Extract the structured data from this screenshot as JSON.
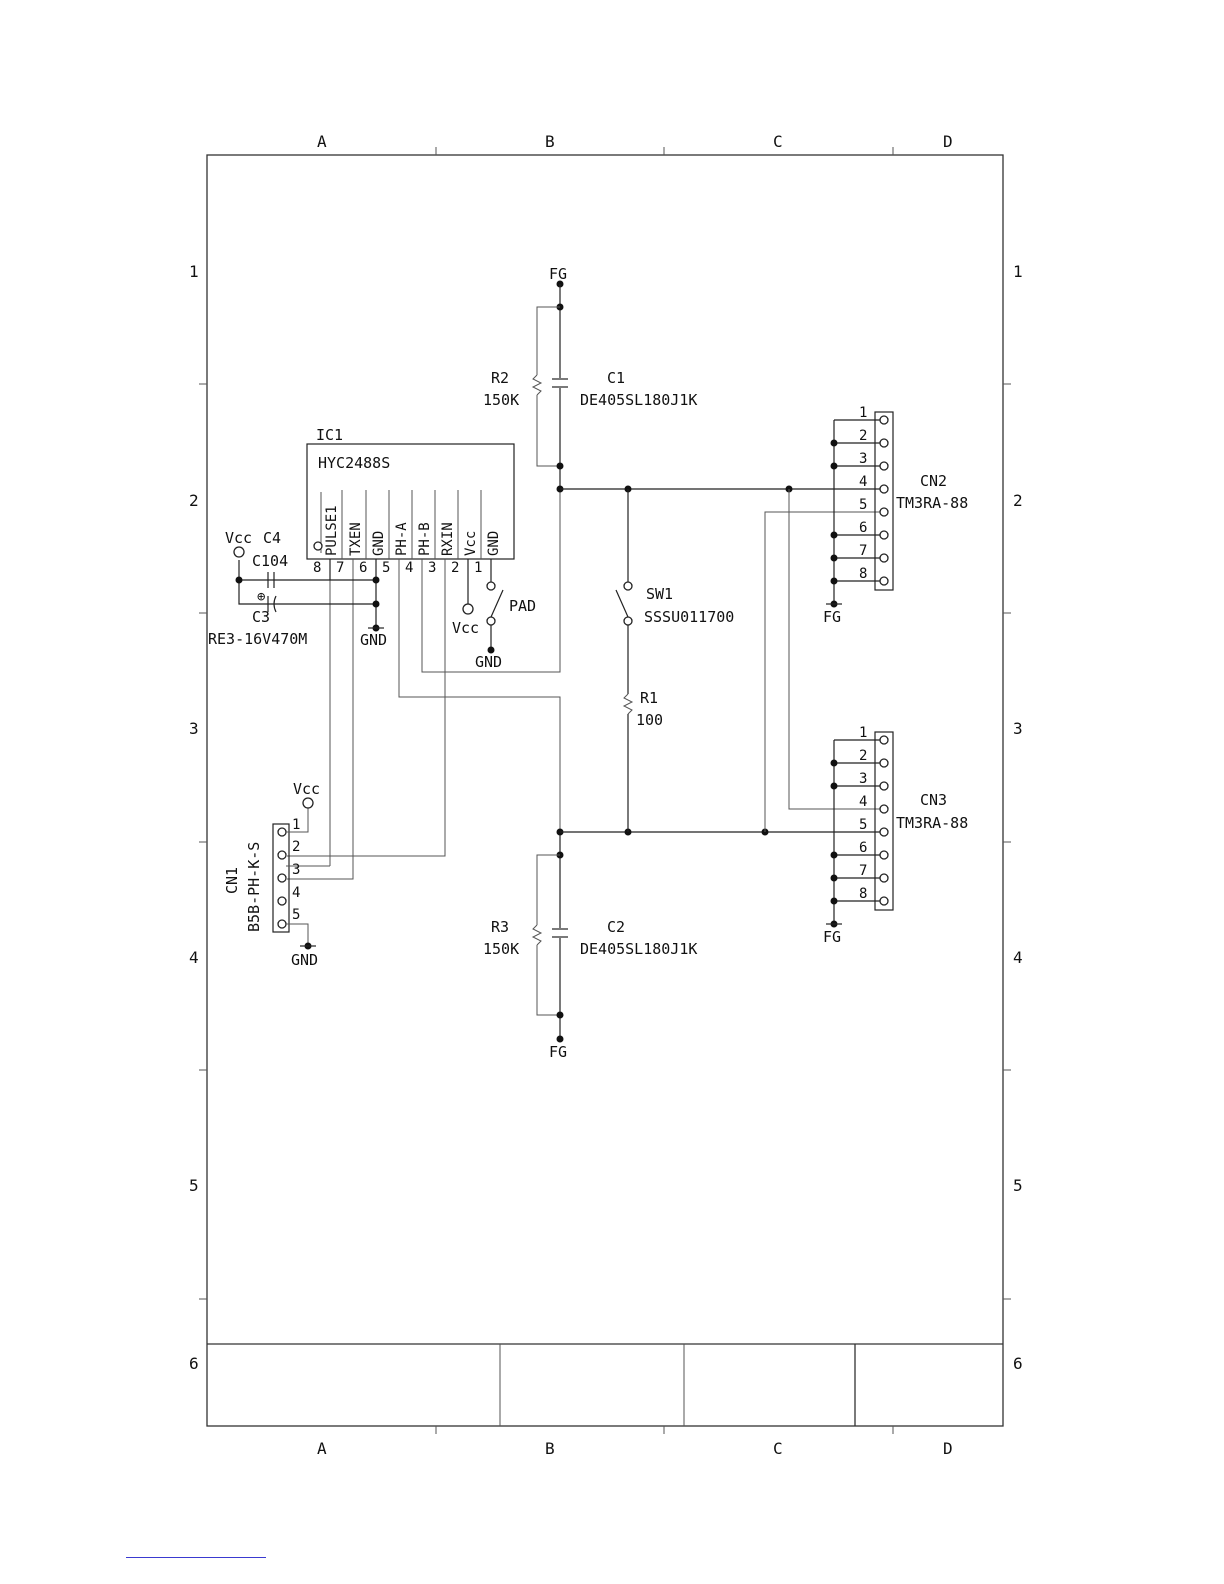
{
  "frame": {
    "columns": [
      "A",
      "B",
      "C",
      "D"
    ],
    "rows": [
      "1",
      "2",
      "3",
      "4",
      "5",
      "6"
    ]
  },
  "power": {
    "vcc": "Vcc",
    "gnd": "GND",
    "fg": "FG"
  },
  "ic1": {
    "ref": "IC1",
    "part": "HYC2488S",
    "pins": [
      {
        "num": "8",
        "name": "PULSE1"
      },
      {
        "num": "7",
        "name": "TXEN"
      },
      {
        "num": "6",
        "name": "GND"
      },
      {
        "num": "5",
        "name": "PH-A"
      },
      {
        "num": "4",
        "name": "PH-B"
      },
      {
        "num": "3",
        "name": "RXIN"
      },
      {
        "num": "2",
        "name": "Vcc"
      },
      {
        "num": "1",
        "name": "GND"
      }
    ]
  },
  "c4": {
    "ref": "C4",
    "value": "C104"
  },
  "c3": {
    "ref": "C3",
    "value": "RE3-16V470M"
  },
  "pad": {
    "label": "PAD"
  },
  "r2": {
    "ref": "R2",
    "value": "150K"
  },
  "c1": {
    "ref": "C1",
    "value": "DE405SL180J1K"
  },
  "r3": {
    "ref": "R3",
    "value": "150K"
  },
  "c2": {
    "ref": "C2",
    "value": "DE405SL180J1K"
  },
  "sw1": {
    "ref": "SW1",
    "value": "SSSU011700"
  },
  "r1": {
    "ref": "R1",
    "value": "100"
  },
  "cn1": {
    "ref": "CN1",
    "part": "B5B-PH-K-S",
    "pins": [
      "1",
      "2",
      "3",
      "4",
      "5"
    ]
  },
  "cn2": {
    "ref": "CN2",
    "part": "TM3RA-88",
    "pins": [
      "1",
      "2",
      "3",
      "4",
      "5",
      "6",
      "7",
      "8"
    ]
  },
  "cn3": {
    "ref": "CN3",
    "part": "TM3RA-88",
    "pins": [
      "1",
      "2",
      "3",
      "4",
      "5",
      "6",
      "7",
      "8"
    ]
  }
}
